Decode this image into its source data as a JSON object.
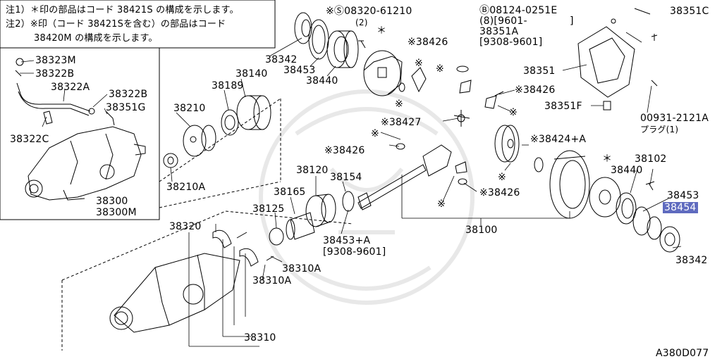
{
  "notes": {
    "line1": "注1）＊印の部品はコード 38421S の構成を示します。",
    "line2": "注2）※印（コード 38421Sを含む）の部品はコード",
    "line3": "38420M の構成を示します。"
  },
  "diagram_code": "A380D077",
  "highlight_color": "#5f6bbf",
  "labels": {
    "p38323M": "38323M",
    "p38322B_a": "38322B",
    "p38322A": "38322A",
    "p38322B_b": "38322B",
    "p38351G": "38351G",
    "p38322C": "38322C",
    "p38300": "38300",
    "p38300M": "38300M",
    "p38342_top": "38342",
    "p38453_top": "38453",
    "p38440_top": "38440",
    "bolt_prefix": "※Ⓢ08320-61210",
    "bolt_qty": "(2)",
    "p38426_a": "※38426",
    "p38426_b": "※38426",
    "p38427": "※38427",
    "p38426_c": "※38426",
    "p38426_d": "※38426",
    "p38424": "※38424+A",
    "bolt_b": "Ⓑ08124-0251E",
    "bolt_b_qty": "(8)[9601-",
    "bolt_b_bracket": "]",
    "p38351A": "38351A",
    "p38351A_range": "[9308-9601]",
    "p38351C": "38351C",
    "p38351": "38351",
    "p38351F": "38351F",
    "plug_code": "00931-2121A",
    "plug_name": "プラグ(1)",
    "p38140": "38140",
    "p38189": "38189",
    "p38210": "38210",
    "p38210A": "38210A",
    "p38120": "38120",
    "p38154": "38154",
    "p38165": "38165",
    "p38125": "38125",
    "p38453A": "38453+A",
    "p38453A_range": "[9308-9601]",
    "p38100": "38100",
    "p38102": "38102",
    "p38440_right": "38440",
    "p38453_right": "38453",
    "p38454": "38454",
    "p38342_right": "38342",
    "p38320": "38320",
    "p38310A_a": "38310A",
    "p38310A_b": "38310A",
    "p38310": "38310",
    "star": "＊",
    "kome": "※"
  }
}
